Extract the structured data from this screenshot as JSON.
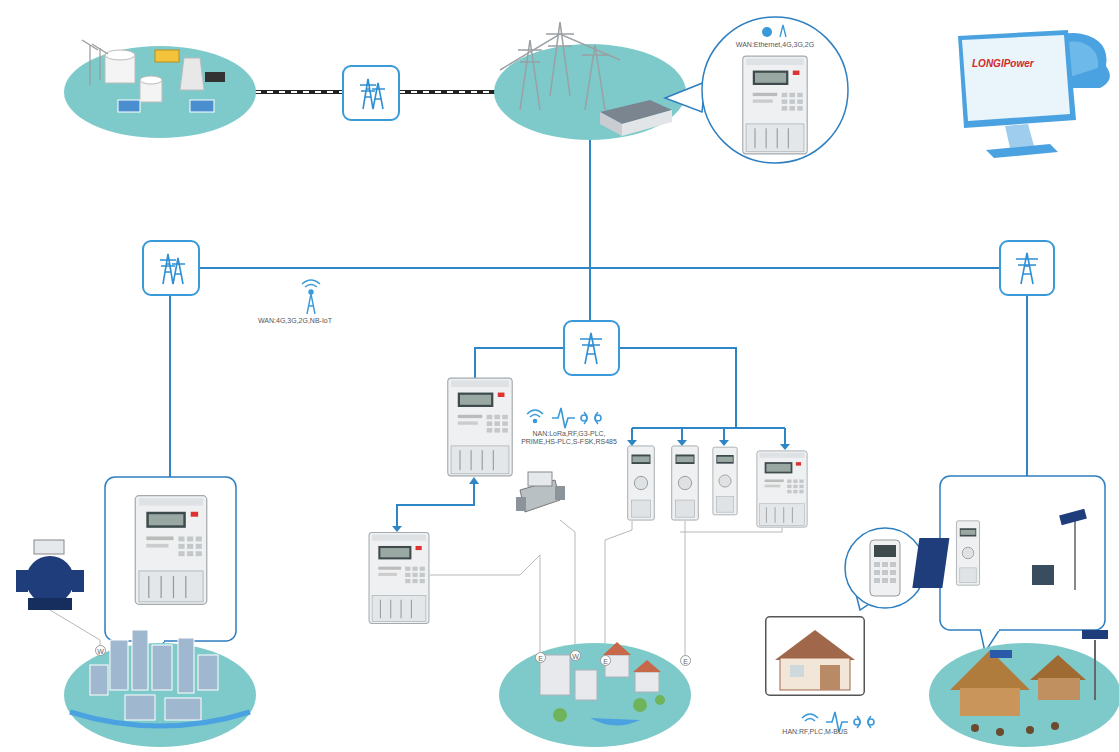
{
  "diagram": {
    "nodes": [
      {
        "text": [
          "WAN:Ethernet,4G,3G,2G"
        ]
      },
      {
        "text": [
          "LONGIPower"
        ]
      },
      {
        "text": [
          "HAN:RF,PLC,M-BUS"
        ]
      }
    ],
    "labels": [
      "WAN:4G,3G,2G,NB-IoT",
      "NAN:LoRa,RF,G3-PLC, PRIME,HS-PLC,S-FSK,RS485",
      "W",
      "E",
      "W",
      "E",
      "E"
    ]
  }
}
